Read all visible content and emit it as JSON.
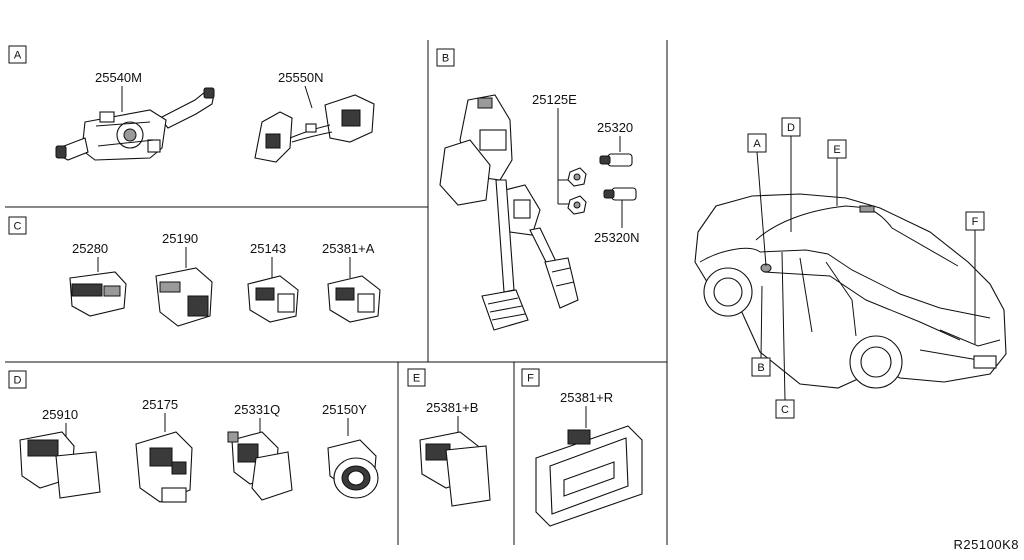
{
  "diagram_code": "R25100K8",
  "sections": {
    "A": {
      "label": "A",
      "parts": [
        "25540M",
        "25550N"
      ]
    },
    "B": {
      "label": "B",
      "parts": [
        "25125E",
        "25320",
        "25320N"
      ]
    },
    "C": {
      "label": "C",
      "parts": [
        "25280",
        "25190",
        "25143",
        "25381+A"
      ]
    },
    "D": {
      "label": "D",
      "parts": [
        "25910",
        "25175",
        "25331Q",
        "25150Y"
      ]
    },
    "E": {
      "label": "E",
      "parts": [
        "25381+B"
      ]
    },
    "F": {
      "label": "F",
      "parts": [
        "25381+R"
      ]
    }
  },
  "car_callouts": [
    "A",
    "D",
    "E",
    "F",
    "B",
    "C"
  ]
}
